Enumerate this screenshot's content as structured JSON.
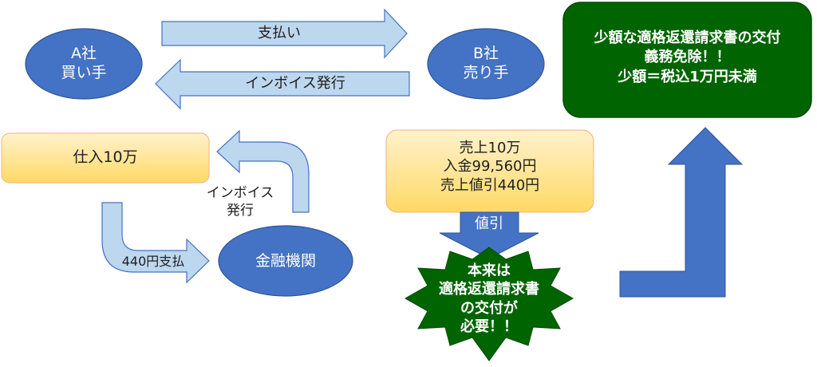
{
  "company_a": {
    "line1": "A社",
    "line2": "買い手"
  },
  "company_b": {
    "line1": "B社",
    "line2": "売り手"
  },
  "arrow_payment": "支払い",
  "arrow_invoice": "インボイス発行",
  "notice": {
    "line1": "少額な適格返還請求書の交付",
    "line2": "義務免除！！",
    "line3": "少額＝税込1万円未満"
  },
  "purchase": "仕入10万",
  "loop_invoice": {
    "line1": "インボイス",
    "line2": "発行"
  },
  "loop_payment": "440円支払",
  "bank": "金融機関",
  "sales": {
    "line1": "売上10万",
    "line2": "入金99,560円",
    "line3": "売上値引440円"
  },
  "discount_arrow": "値引",
  "burst": {
    "line1": "本来は",
    "line2": "適格返還請求書",
    "line3": "の交付が",
    "line4": "必要！！"
  },
  "colors": {
    "ellipse_fill": "#4472c4",
    "ellipse_stroke": "#2f5597",
    "light_arrow_fill": "#bdd7ee",
    "light_arrow_stroke": "#4472c4",
    "orange_fill": "#ffd966",
    "green_fill": "#006400",
    "blue_arrow": "#4472c4"
  }
}
